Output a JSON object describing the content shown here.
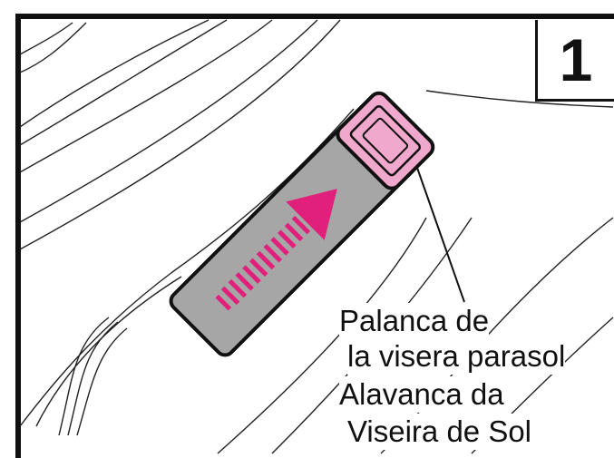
{
  "step": {
    "number": "1"
  },
  "labels": {
    "es_line1": "Palanca de",
    "es_line2": "la visera parasol",
    "pt_line1": "Alavanca da",
    "pt_line2": "Viseira de Sol"
  },
  "colors": {
    "lever_body": "#a6a6a6",
    "arrow": "#e0207a",
    "lever_tip": "#f0a8cc",
    "outline": "#111111"
  },
  "icons": {
    "direction": "arrow-up-right-icon"
  }
}
